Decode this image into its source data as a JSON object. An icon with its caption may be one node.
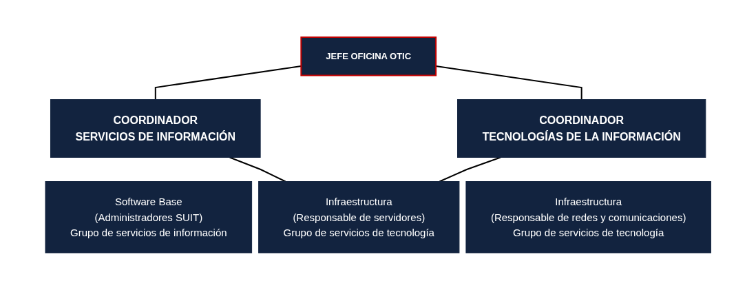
{
  "diagram": {
    "nodes": [
      {
        "text": [
          "JEFE OFICINA OTIC"
        ]
      },
      {
        "text": [
          "COORDINADOR",
          "SERVICIOS DE INFORMACIÓN"
        ]
      },
      {
        "text": [
          "COORDINADOR",
          "TECNOLOGÍAS DE LA INFORMACIÓN"
        ]
      },
      {
        "text": [
          "Software Base",
          "(Administradores SUIT)",
          "Grupo de servicios de información"
        ]
      },
      {
        "text": [
          "Infraestructura",
          "(Responsable de servidores)",
          "Grupo de servicios de tecnología"
        ]
      },
      {
        "text": [
          "Infraestructura",
          "(Responsable de redes y comunicaciones)",
          "Grupo de servicios de tecnología"
        ]
      }
    ],
    "edges": [
      {
        "from": 0,
        "to": 1,
        "arrow": "none"
      },
      {
        "from": 0,
        "to": 2,
        "arrow": "none"
      },
      {
        "from": 1,
        "to": 4,
        "arrow": "none"
      },
      {
        "from": 2,
        "to": 4,
        "arrow": "none"
      }
    ]
  }
}
